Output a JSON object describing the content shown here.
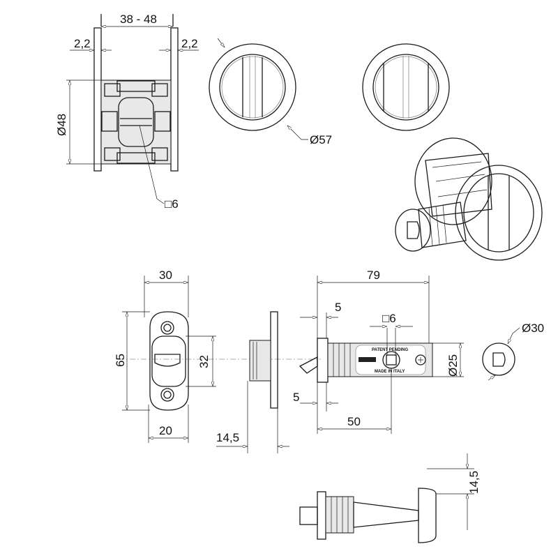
{
  "top_view": {
    "width_range": "38 - 48",
    "flange_left": "2,2",
    "flange_right": "2,2",
    "diameter": "Ø48",
    "spindle": "□6"
  },
  "rosette": {
    "diameter": "Ø57"
  },
  "strike_plate": {
    "width": "30",
    "height": "65",
    "opening": "32",
    "bottom_width": "20"
  },
  "strike_side": {
    "depth": "14,5"
  },
  "latch": {
    "length": "79",
    "faceplate_top": "5",
    "spindle": "□6",
    "label_top": "PATENT PENDING",
    "label_bottom": "MADE IN ITALY",
    "diameter": "Ø25",
    "faceplate_bottom": "5",
    "backset": "50"
  },
  "cover": {
    "diameter": "Ø30"
  },
  "bottom_view": {
    "height": "14,5"
  }
}
